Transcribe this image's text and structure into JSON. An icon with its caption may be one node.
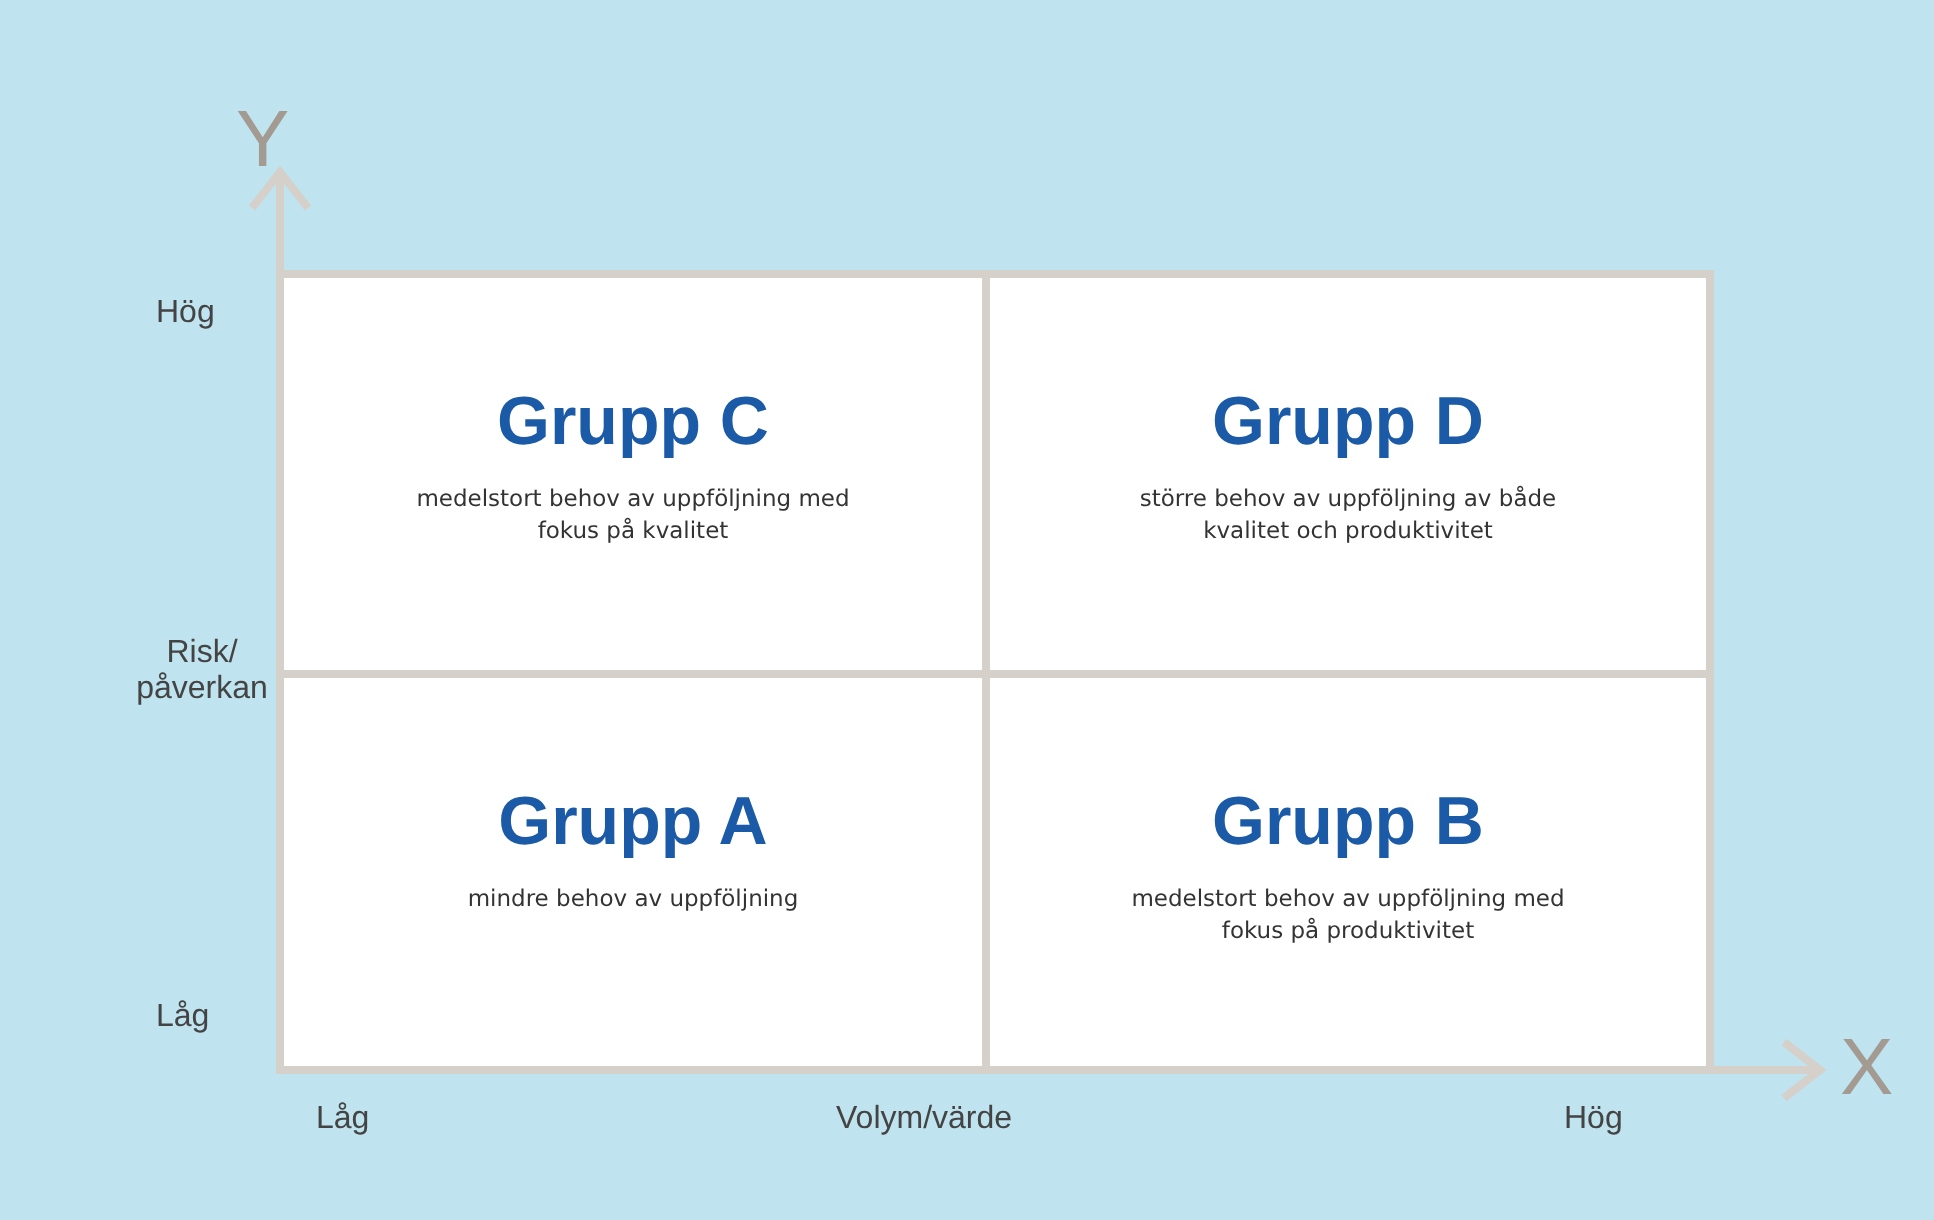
{
  "diagram": {
    "nodes": [
      {
        "text": [
          "Grupp C",
          "medelstort behov av uppföljning med fokus på kvalitet"
        ]
      },
      {
        "text": [
          "Grupp D",
          "större behov av uppföljning av både kvalitet och produktivitet"
        ]
      },
      {
        "text": [
          "Grupp A",
          "mindre behov av uppföljning"
        ]
      },
      {
        "text": [
          "Grupp B",
          "medelstort behov av uppföljning med fokus på produktivitet"
        ]
      }
    ],
    "labels": [
      "Y",
      "Hög",
      "Risk/ påverkan",
      "Låg",
      "Låg",
      "Volym/värde",
      "Hög",
      "X"
    ]
  }
}
